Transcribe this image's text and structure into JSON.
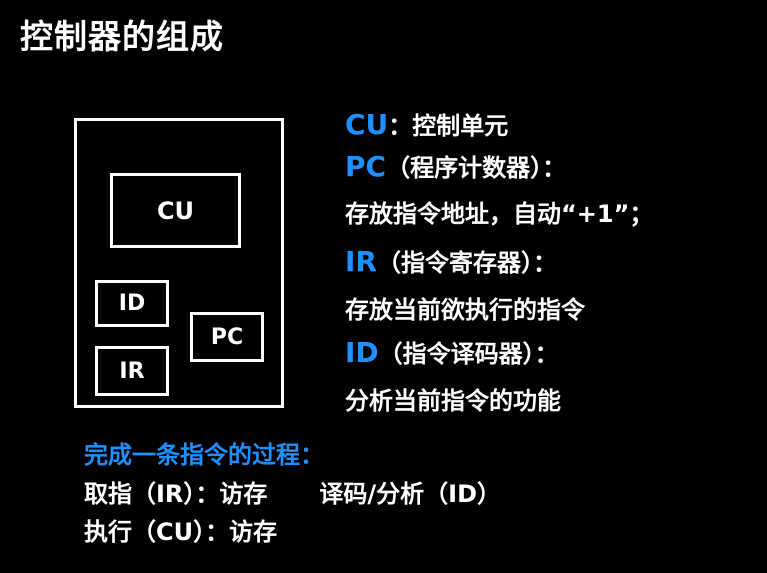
{
  "slide": {
    "title": "控制器的组成"
  },
  "diagram": {
    "cu_label": "CU",
    "id_label": "ID",
    "ir_label": "IR",
    "pc_label": "PC"
  },
  "descriptions": {
    "cu_term": "CU",
    "cu_text": "：控制单元",
    "pc_term": "PC",
    "pc_text": "（程序计数器）：",
    "pc_detail": "存放指令地址，自动“+1”；",
    "ir_term": "IR",
    "ir_text": "（指令寄存器）：",
    "ir_detail": "存放当前欲执行的指令",
    "id_term": "ID",
    "id_text": "（指令译码器）：",
    "id_detail": "分析当前指令的功能"
  },
  "process": {
    "heading": "完成一条指令的过程：",
    "step_fetch": "取指（IR）：访存",
    "step_decode": "译码/分析（ID）",
    "step_execute": "执行（CU）：访存"
  },
  "colors": {
    "accent": "#1e90ff",
    "text": "#ffffff",
    "background": "#000000"
  }
}
